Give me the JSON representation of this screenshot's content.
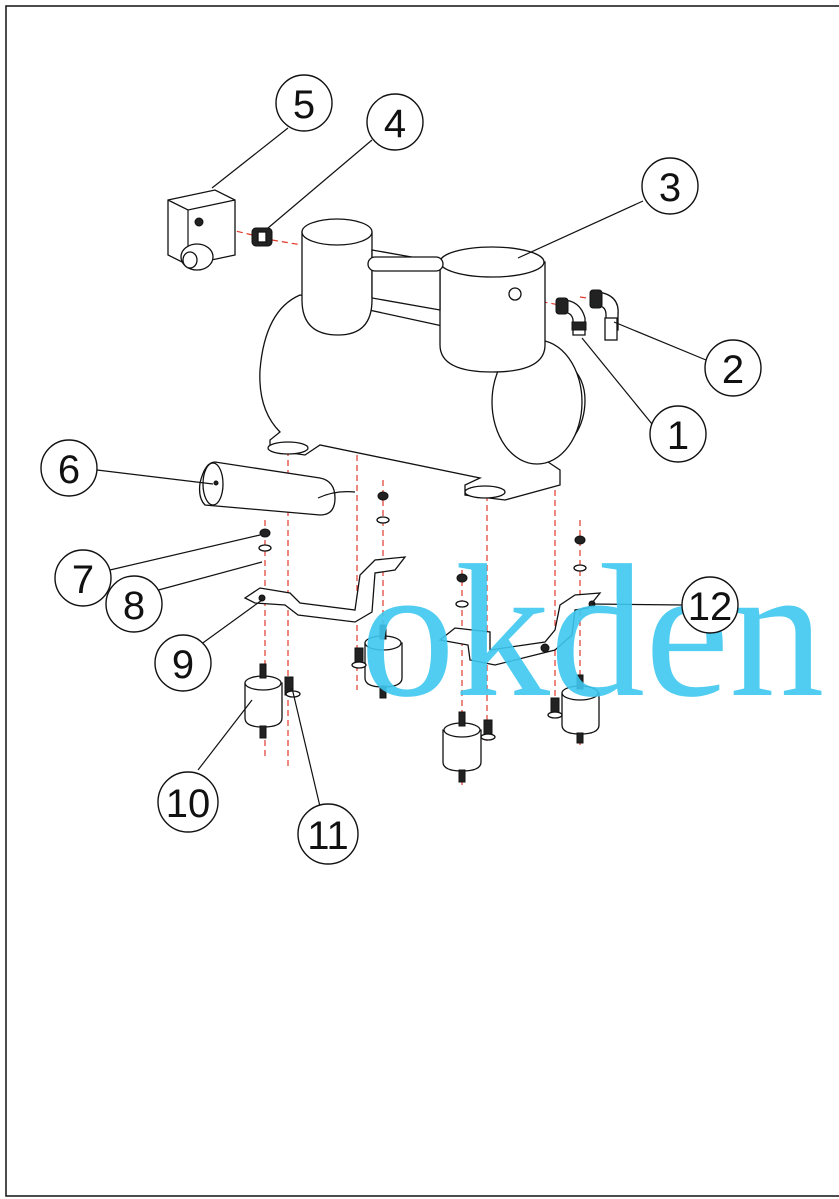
{
  "callouts": [
    {
      "label": "1"
    },
    {
      "label": "2"
    },
    {
      "label": "3"
    },
    {
      "label": "4"
    },
    {
      "label": "5"
    },
    {
      "label": "6"
    },
    {
      "label": "7"
    },
    {
      "label": "8"
    },
    {
      "label": "9"
    },
    {
      "label": "10"
    },
    {
      "label": "11"
    },
    {
      "label": "12"
    }
  ],
  "watermark": "okden",
  "colors": {
    "axis_lines": "#e0392b",
    "watermark": "#3fc8f0",
    "outline": "#111111"
  }
}
